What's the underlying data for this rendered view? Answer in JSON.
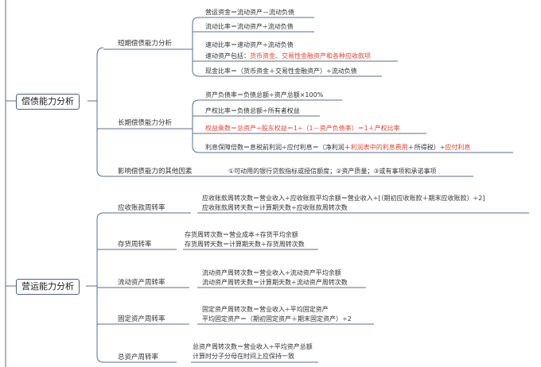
{
  "nodes": {
    "solvency": "偿债能力分析",
    "operating": "营运能力分析",
    "short_term": "短期偿债能力分析",
    "long_term": "长期偿债能力分析",
    "other_factors": "影响偿债能力的其他因素",
    "receivable": "应收账款周转率",
    "inventory": "存货周转率",
    "current_assets": "流动资产周转率",
    "fixed_assets": "固定资产周转率",
    "total_assets": "总资产周转率"
  },
  "short": {
    "wc": "营运资金＝流动资产－流动负债",
    "cr": "流动比率＝流动资产÷流动负债",
    "qr": "速动比率＝速动资产÷流动负债",
    "qa_prefix": "速动资产包括：",
    "qa_red": "货币资金、交易性金融资产和各种应收款项",
    "cash": "现金比率＝（货币资金＋交易性金融资产）÷流动负债"
  },
  "long": {
    "dar": "资产负债率＝负债总额÷资产总额×100%",
    "er": "产权比率＝负债总额÷所有者权益",
    "em": "权益乘数＝总资产÷股东权益＝1÷（1－资产负债率）＝1＋产权比率",
    "icr_a": "利息保障倍数＝息税前利润÷应付利息＝（净利润＋",
    "icr_b": "利润表中的利息费用",
    "icr_c": "＋所得税）÷",
    "icr_d": "应付利息"
  },
  "other": {
    "text": "①可动用的银行贷款指标或授信额度；②资产质量；③或有事项和承诺事项"
  },
  "op": {
    "ar1": "应收账款周转次数＝营业收入÷应收账款平均余额＝营业收入÷[（期初应收账款＋期末应收账款）÷2]",
    "ar2": "应收账款周转天数＝计算期天数÷应收账款周转次数",
    "inv1": "存货周转次数＝营业成本÷存货平均余额",
    "inv2": "存货周转天数＝计算期天数÷存货周转次数",
    "ca1": "流动资产周转次数＝营业收入÷流动资产平均余额",
    "ca2": "流动资产周转天数＝计算期天数÷流动资产周转次数",
    "fa1": "固定资产周转次数＝营业收入÷平均固定资产",
    "fa2": "平均固定资产＝（期初固定资产＋期末固定资产）÷2",
    "ta1": "总资产周转次数＝营业收入÷平均资产总额",
    "ta2": "计算时分子分母在时间上应保持一致"
  },
  "colors": {
    "line": "#5b6e92",
    "box_border": "#4a5f86",
    "accent_red": "#e8412d"
  }
}
